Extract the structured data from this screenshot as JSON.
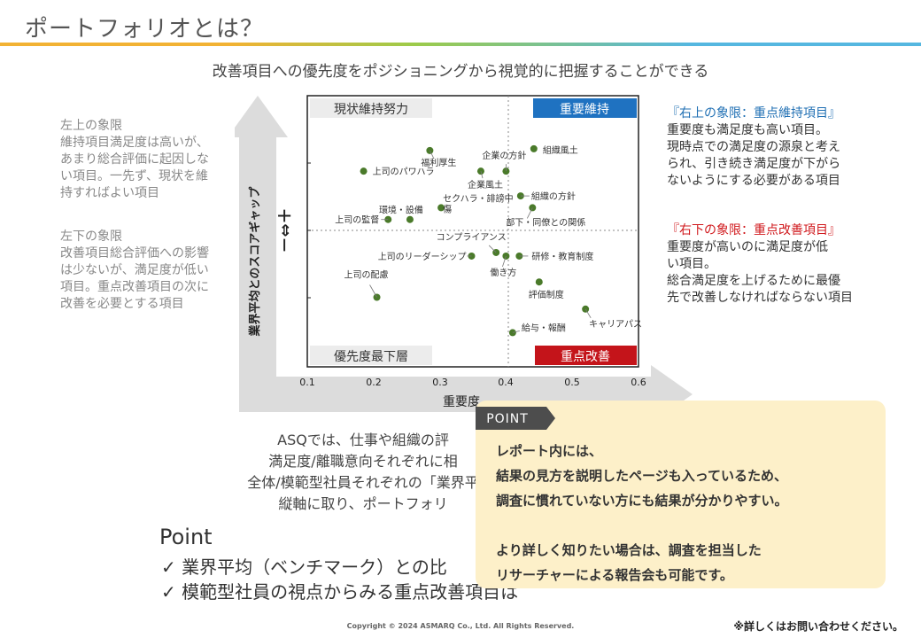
{
  "header": {
    "title": "ポートフォリオとは？",
    "subtitle": "改善項目への優先度をポジショニングから視覚的に把握することができる"
  },
  "left_notes": {
    "upper_left": {
      "heading": "左上の象限",
      "emphasis": "維持項目",
      "body_1": "満足度は高いが、",
      "body_2": "あまり総合評価に起因しな",
      "body_3": "い項目。一先ず、現状を維",
      "body_4": "持すればよい項目"
    },
    "lower_left": {
      "heading": "左下の象限",
      "emphasis": "改善項目",
      "body_1": "総合評価への影響",
      "body_2": "は少ないが、満足度が低い",
      "body_3": "項目。重点改善項目の次に",
      "body_4": "改善を必要とする項目"
    }
  },
  "right_notes": {
    "upper_right": {
      "heading": "『右上の象限：重点維持項目』",
      "line_1": "重要度も満足度も高い項目。",
      "line_2": "現時点での満足度の源泉と考え",
      "line_3": "られ、引き続き満足度が下がら",
      "line_4": "ないようにする必要がある項目"
    },
    "lower_right": {
      "heading": "『右下の象限：重点改善項目』",
      "line_1": "重要度が高いのに満足度が低",
      "line_2": "い項目。",
      "line_3": "総合満足度を上げるために最優",
      "line_4": "先で改善しなければならない項目"
    }
  },
  "chart_data": {
    "type": "scatter",
    "xlabel": "重要度",
    "ylabel": "業界平均とのスコアギャップ",
    "y_symbol": "－⇔＋",
    "xlim": [
      0.1,
      0.6
    ],
    "x_ticks": [
      "0.1",
      "0.2",
      "0.3",
      "0.4",
      "0.5",
      "0.6"
    ],
    "ylim": [
      -2.3,
      2.3
    ],
    "quadrant_labels": {
      "top_left": "現状維持努力",
      "top_right": "重要維持",
      "bottom_left": "優先度最下層",
      "bottom_right": "重点改善"
    },
    "colors": {
      "point": "#4a7a2a",
      "top_right": "#1f72c1",
      "bottom_right": "#c4141a",
      "arrow": "#dcdcdc"
    },
    "points": [
      {
        "label": "福利厚生",
        "x": 0.285,
        "y": 1.37
      },
      {
        "label": "企業の方針",
        "x": 0.4,
        "y": 1.02
      },
      {
        "label": "組織風土",
        "x": 0.442,
        "y": 1.4
      },
      {
        "label": "上司のパワハラ",
        "x": 0.185,
        "y": 1.02
      },
      {
        "label": "企業風土",
        "x": 0.362,
        "y": 1.02
      },
      {
        "label": "組織の方針",
        "x": 0.422,
        "y": 0.6
      },
      {
        "label": "部下・同僚との関係",
        "x": 0.44,
        "y": 0.4
      },
      {
        "label": "上司の監督",
        "x": 0.222,
        "y": 0.2
      },
      {
        "label": "環境・設備",
        "x": 0.255,
        "y": 0.2
      },
      {
        "label": "セクハラ・誹謗中傷",
        "x": 0.302,
        "y": 0.4
      },
      {
        "label": "コンプライアンス",
        "x": 0.385,
        "y": -0.36
      },
      {
        "label": "上司のリーダーシップ",
        "x": 0.348,
        "y": -0.42
      },
      {
        "label": "働き方",
        "x": 0.4,
        "y": -0.42
      },
      {
        "label": "研修・教育制度",
        "x": 0.42,
        "y": -0.42
      },
      {
        "label": "上司の配慮",
        "x": 0.205,
        "y": -1.12
      },
      {
        "label": "評価制度",
        "x": 0.45,
        "y": -0.86
      },
      {
        "label": "キャリアパス",
        "x": 0.52,
        "y": -1.32
      },
      {
        "label": "給与・報酬",
        "x": 0.41,
        "y": -1.72
      }
    ]
  },
  "description": {
    "line_1": "ASQでは、仕事や組織の評",
    "line_2": "満足度/離職意向それぞれに相",
    "line_3": "全体/模範型社員それぞれの「業界平",
    "line_4": "縦軸に取り、ポートフォリ"
  },
  "points_section": {
    "title": "Point",
    "items": [
      {
        "check": "✓",
        "text": "業界平均（ベンチマーク）との比"
      },
      {
        "check": "✓",
        "text": "模範型社員の視点からみる重点改善項目は"
      }
    ]
  },
  "callout": {
    "tag": "POINT",
    "line_1": "レポート内には、",
    "line_2": "結果の見方を説明したページも入っているため、",
    "line_3": "調査に慣れていない方にも結果が分かりやすい。",
    "line_4": "より詳しく知りたい場合は、調査を担当した",
    "line_5": "リサーチャーによる報告会も可能です。",
    "bg_color": "#fdf0c9"
  },
  "footer": {
    "copyright": "Copyright © 2024 ASMARQ Co., Ltd. All Rights Reserved.",
    "contact": "※詳しくはお問い合わせください。"
  }
}
